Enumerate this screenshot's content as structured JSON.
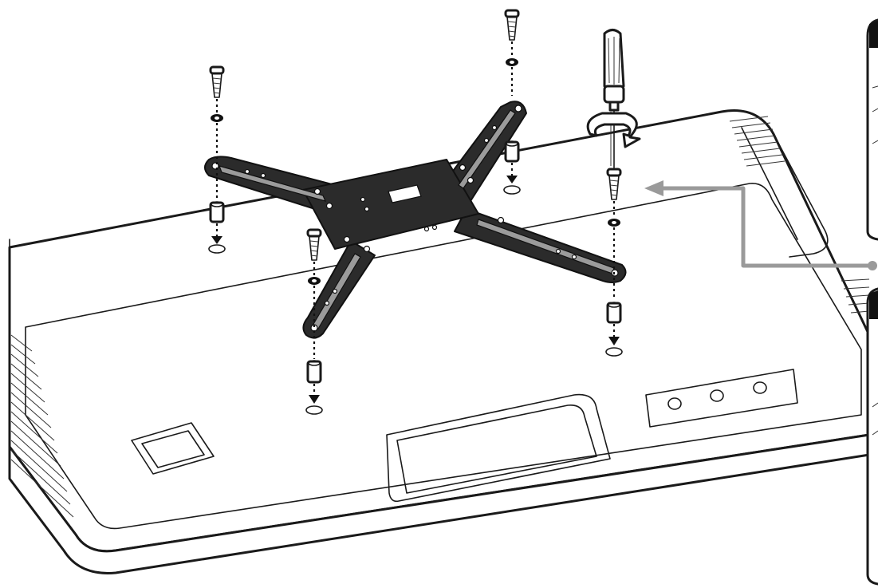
{
  "figure": {
    "kind": "mounting-diagram",
    "parts": [
      "tv-back-panel",
      "mounting-bracket",
      "screw",
      "washer",
      "spacer",
      "screwdriver",
      "pointer-arrow",
      "detail-callout"
    ],
    "mounting_points": 4,
    "colors": {
      "line": "#1a1a1a",
      "bracket": "#2b2b2b",
      "slot": "#9b9b9b",
      "pointer": "#9a9a9a",
      "background": "#ffffff"
    }
  }
}
